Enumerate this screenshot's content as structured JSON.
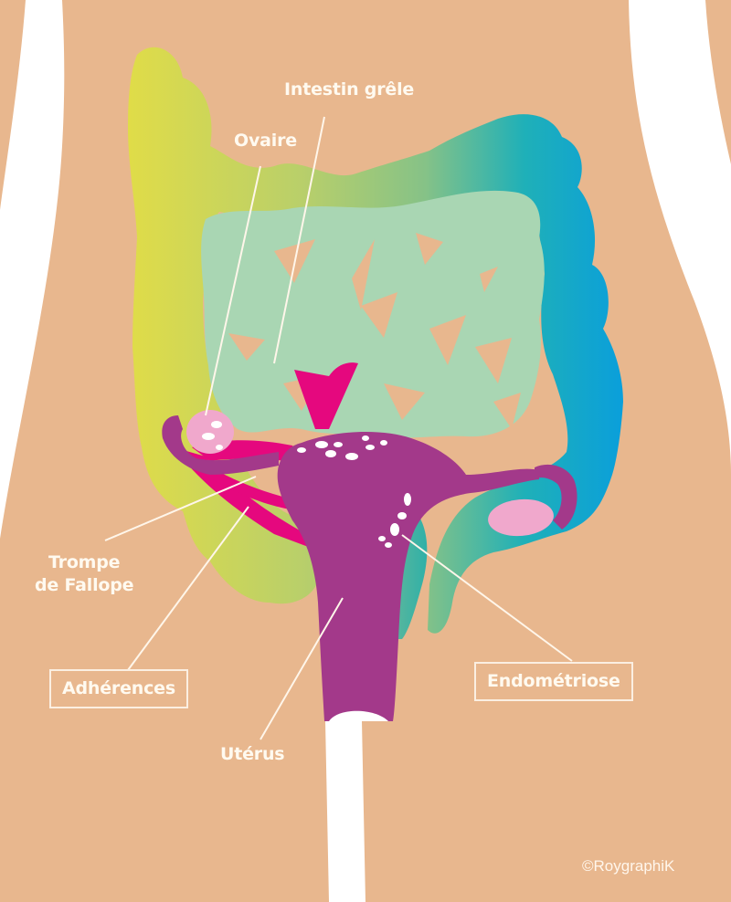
{
  "diagram": {
    "labels": {
      "small_intestine": "Intestin grêle",
      "ovary": "Ovaire",
      "fallopian_tube_line1": "Trompe",
      "fallopian_tube_line2": "de Fallope",
      "adhesions": "Adhérences",
      "endometriosis": "Endométriose",
      "uterus": "Utérus"
    },
    "credit": "©RoygraphiK",
    "colors": {
      "skin": "#e8b78e",
      "background": "#ffffff",
      "colon_gradient_start": "#dedb4a",
      "colon_gradient_mid": "#8fc37c",
      "colon_gradient_end": "#0aa4d8",
      "small_intestine": "#a9d6b3",
      "uterus": "#a3398a",
      "adhesion": "#e5087e",
      "ovary": "#f0a8cc",
      "lesion": "#ffffff",
      "label_text": "#fffaf0"
    }
  }
}
